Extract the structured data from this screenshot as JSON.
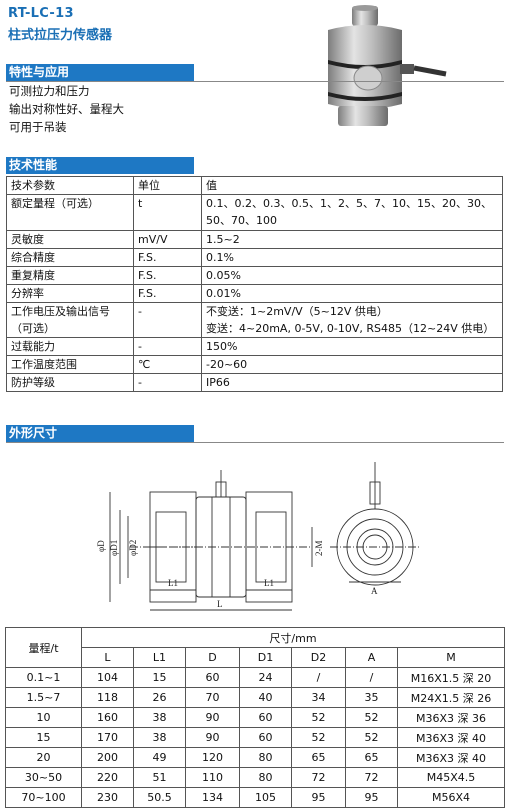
{
  "header": {
    "model": "RT-LC-13",
    "name": "柱式拉压力传感器"
  },
  "features": {
    "title": "特性与应用",
    "items": [
      "可测拉力和压力",
      "输出对称性好、量程大",
      "可用于吊装"
    ]
  },
  "specs": {
    "title": "技术性能",
    "columns": [
      "技术参数",
      "单位",
      "值"
    ],
    "rows": [
      {
        "param": "额定量程（可选）",
        "unit": "t",
        "value": "0.1、0.2、0.3、0.5、1、2、5、7、10、15、20、30、50、70、100"
      },
      {
        "param": "灵敏度",
        "unit": "mV/V",
        "value": "1.5~2"
      },
      {
        "param": "综合精度",
        "unit": "F.S.",
        "value": "0.1%"
      },
      {
        "param": "重复精度",
        "unit": "F.S.",
        "value": "0.05%"
      },
      {
        "param": "分辨率",
        "unit": "F.S.",
        "value": "0.01%"
      },
      {
        "param": "工作电压及输出信号（可选）",
        "unit": "-",
        "value": "不变送：1~2mV/V（5~12V 供电）",
        "value2": "变送：4~20mA, 0-5V, 0-10V, RS485（12~24V 供电）"
      },
      {
        "param": "过载能力",
        "unit": "-",
        "value": "150%"
      },
      {
        "param": "工作温度范围",
        "unit": "℃",
        "value": "-20~60"
      },
      {
        "param": "防护等级",
        "unit": "-",
        "value": "IP66"
      }
    ]
  },
  "dimensions": {
    "title": "外形尺寸",
    "drawing_labels": {
      "phiD": "φD",
      "phiD1": "φD1",
      "phiD2": "φD2",
      "M": "2-M",
      "L1a": "L1",
      "L1b": "L1",
      "L": "L",
      "A": "A"
    },
    "range_header": "量程/t",
    "size_header": "尺寸/mm",
    "columns": [
      "L",
      "L1",
      "D",
      "D1",
      "D2",
      "A",
      "M"
    ],
    "rows": [
      [
        "0.1~1",
        "104",
        "15",
        "60",
        "24",
        "/",
        "/",
        "M16X1.5 深 20"
      ],
      [
        "1.5~7",
        "118",
        "26",
        "70",
        "40",
        "34",
        "35",
        "M24X1.5 深 26"
      ],
      [
        "10",
        "160",
        "38",
        "90",
        "60",
        "52",
        "52",
        "M36X3 深 36"
      ],
      [
        "15",
        "170",
        "38",
        "90",
        "60",
        "52",
        "52",
        "M36X3 深 40"
      ],
      [
        "20",
        "200",
        "49",
        "120",
        "80",
        "65",
        "65",
        "M36X3 深 40"
      ],
      [
        "30~50",
        "220",
        "51",
        "110",
        "80",
        "72",
        "72",
        "M45X4.5"
      ],
      [
        "70~100",
        "230",
        "50.5",
        "134",
        "105",
        "95",
        "95",
        "M56X4"
      ]
    ]
  }
}
